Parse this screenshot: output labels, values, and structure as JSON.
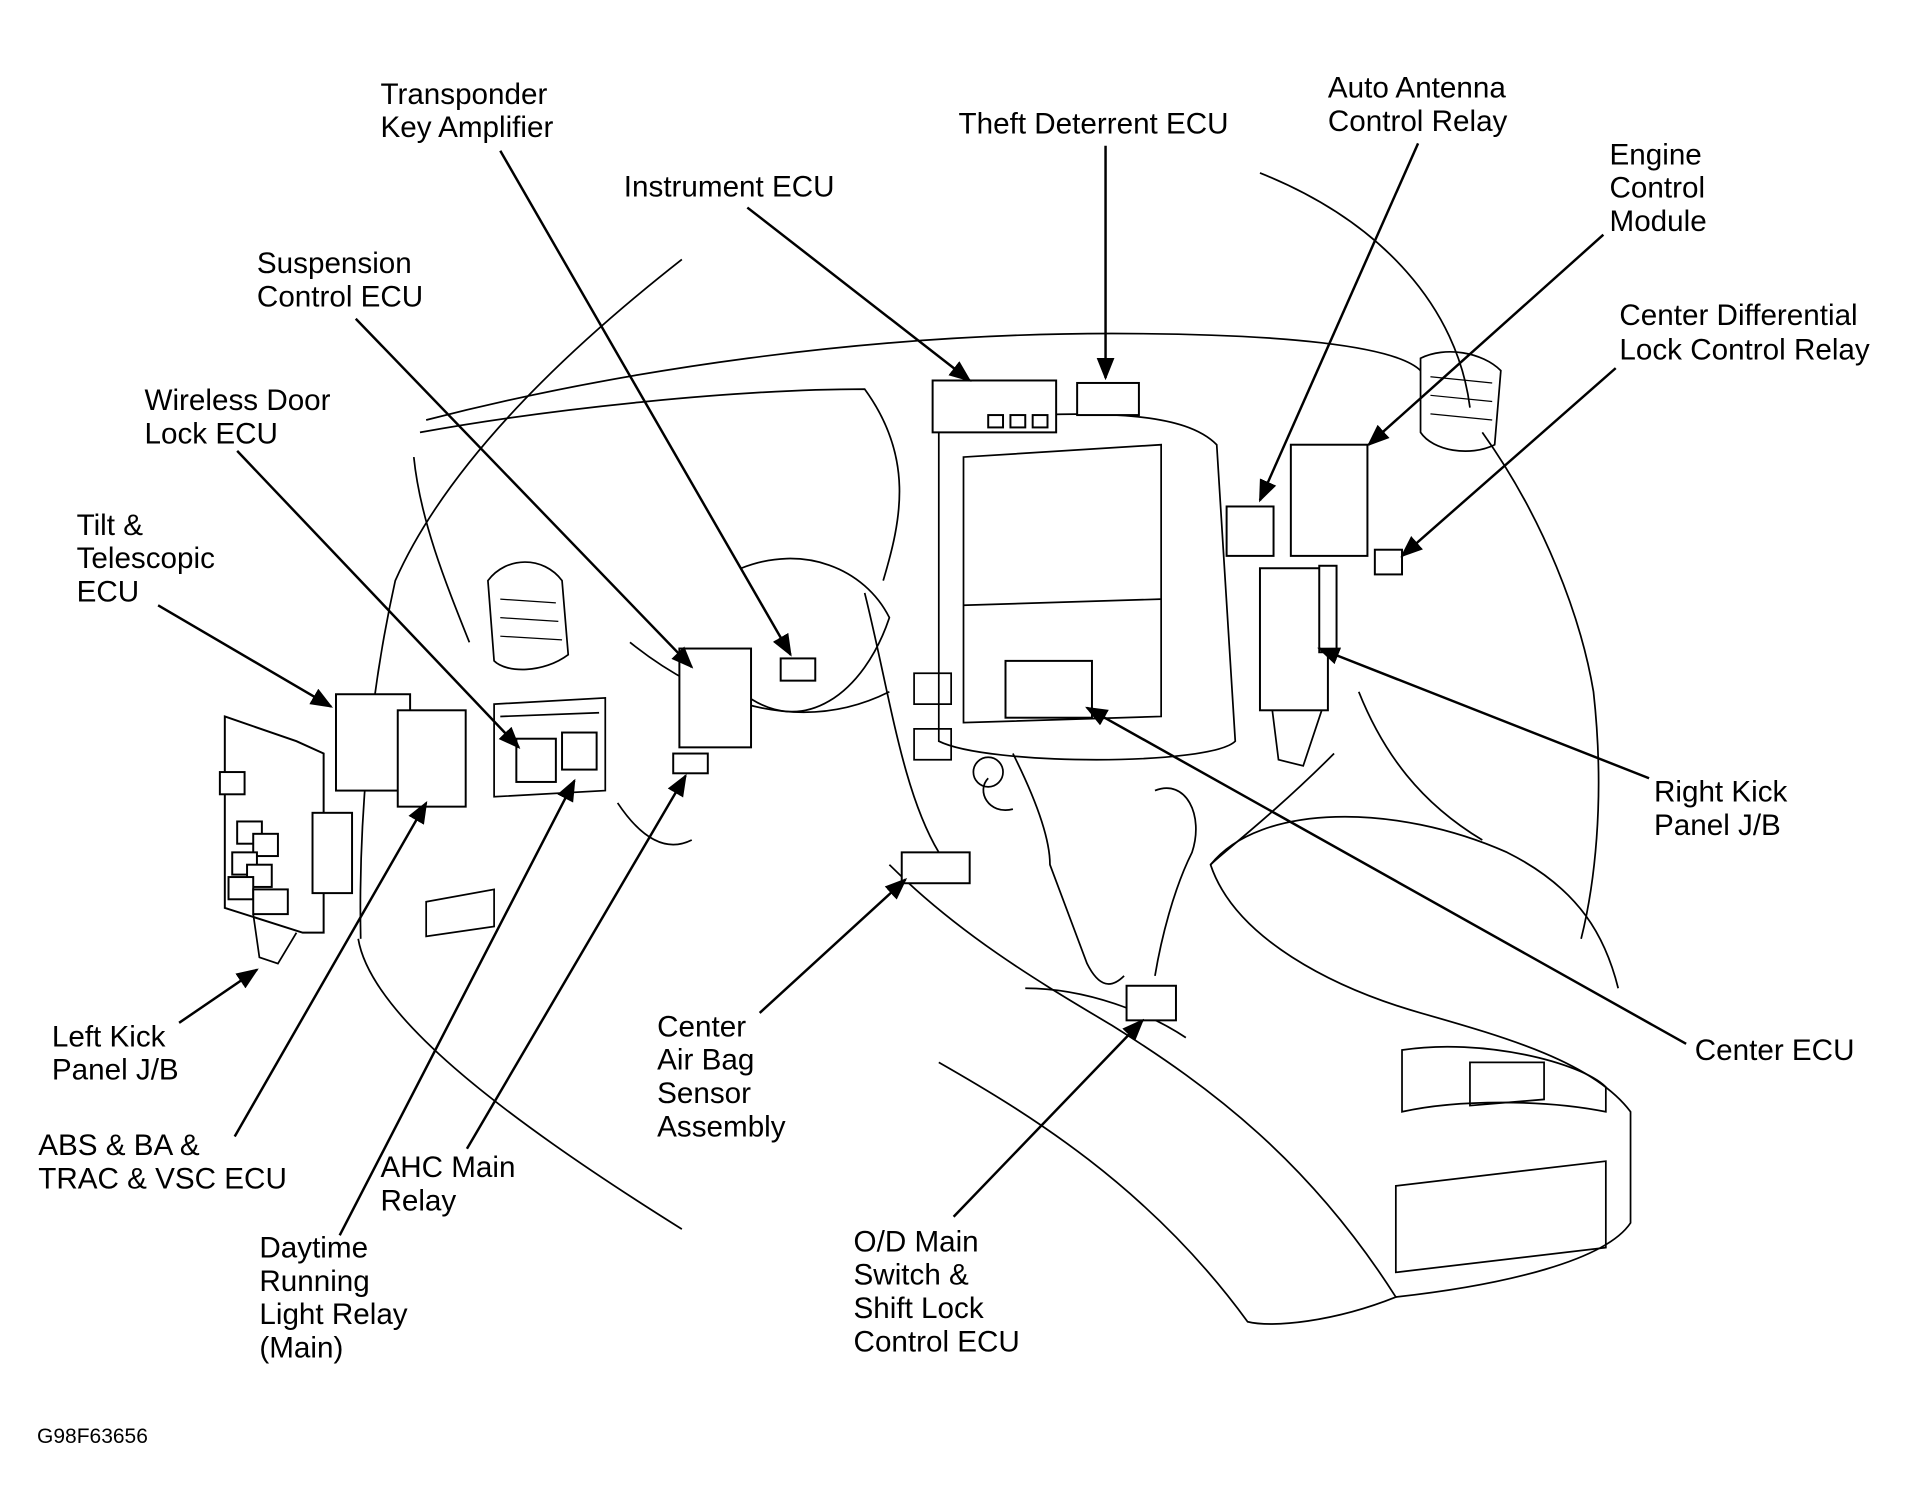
{
  "figure_id": "G98F63656",
  "labels": {
    "transponder": [
      "Transponder",
      "Key Amplifier"
    ],
    "instrument": [
      "Instrument ECU"
    ],
    "theft": [
      "Theft Deterrent ECU"
    ],
    "antenna": [
      "Auto Antenna",
      "Control Relay"
    ],
    "engine": [
      "Engine",
      "Control",
      "Module"
    ],
    "center_diff": [
      "Center Differential",
      "Lock Control Relay"
    ],
    "suspension": [
      "Suspension",
      "Control ECU"
    ],
    "wireless": [
      "Wireless Door",
      "Lock ECU"
    ],
    "tilt": [
      "Tilt &",
      "Telescopic",
      "ECU"
    ],
    "left_kick": [
      "Left Kick",
      "Panel J/B"
    ],
    "abs": [
      "ABS & BA &",
      "TRAC & VSC ECU"
    ],
    "drl": [
      "Daytime",
      "Running",
      "Light Relay",
      "(Main)"
    ],
    "ahc": [
      "AHC Main",
      "Relay"
    ],
    "airbag": [
      "Center",
      "Air Bag",
      "Sensor",
      "Assembly"
    ],
    "od": [
      "O/D Main",
      "Switch &",
      "Shift Lock",
      "Control ECU"
    ],
    "right_kick": [
      "Right Kick",
      "Panel J/B"
    ],
    "center_ecu": [
      "Center ECU"
    ]
  }
}
